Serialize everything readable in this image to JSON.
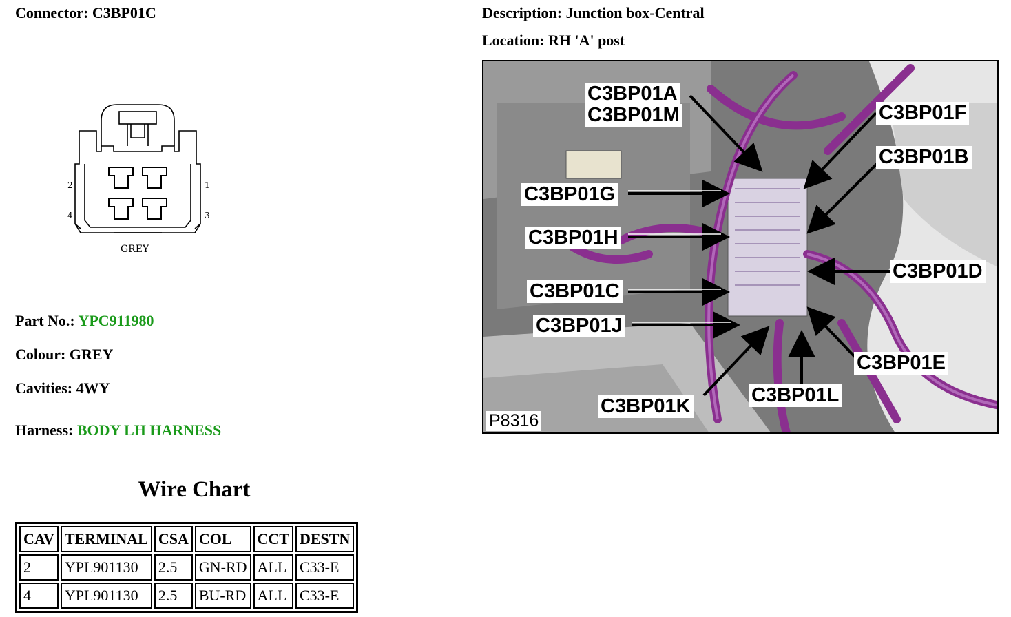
{
  "connector": {
    "label": "Connector:",
    "value": "C3BP01C"
  },
  "description": {
    "label": "Description:",
    "value": "Junction box-Central"
  },
  "location": {
    "label": "Location:",
    "value": "RH 'A' post"
  },
  "drawing": {
    "pin_1": "1",
    "pin_2": "2",
    "pin_3": "3",
    "pin_4": "4",
    "colour_text": "GREY"
  },
  "part_no": {
    "label": "Part No.:",
    "value": "YPC911980"
  },
  "colour": {
    "label": "Colour:",
    "value": "GREY"
  },
  "cavities": {
    "label": "Cavities:",
    "value": "4WY"
  },
  "harness": {
    "label": "Harness:",
    "value": "BODY LH HARNESS"
  },
  "colors": {
    "link_green": "#1a9a1a",
    "harness_purple": "#8a2f8f"
  },
  "wire_chart": {
    "title": "Wire Chart",
    "headers": [
      "CAV",
      "TERMINAL",
      "CSA",
      "COL",
      "CCT",
      "DESTN"
    ],
    "rows": [
      [
        "2",
        "YPL901130",
        "2.5",
        "GN-RD",
        "ALL",
        "C33-E"
      ],
      [
        "4",
        "YPL901130",
        "2.5",
        "BU-RD",
        "ALL",
        "C33-E"
      ]
    ]
  },
  "photo": {
    "code": "P8316",
    "callouts": {
      "a": "C3BP01A",
      "m": "C3BP01M",
      "f": "C3BP01F",
      "b": "C3BP01B",
      "g": "C3BP01G",
      "h": "C3BP01H",
      "d": "C3BP01D",
      "c": "C3BP01C",
      "j": "C3BP01J",
      "e": "C3BP01E",
      "k": "C3BP01K",
      "l": "C3BP01L"
    }
  }
}
